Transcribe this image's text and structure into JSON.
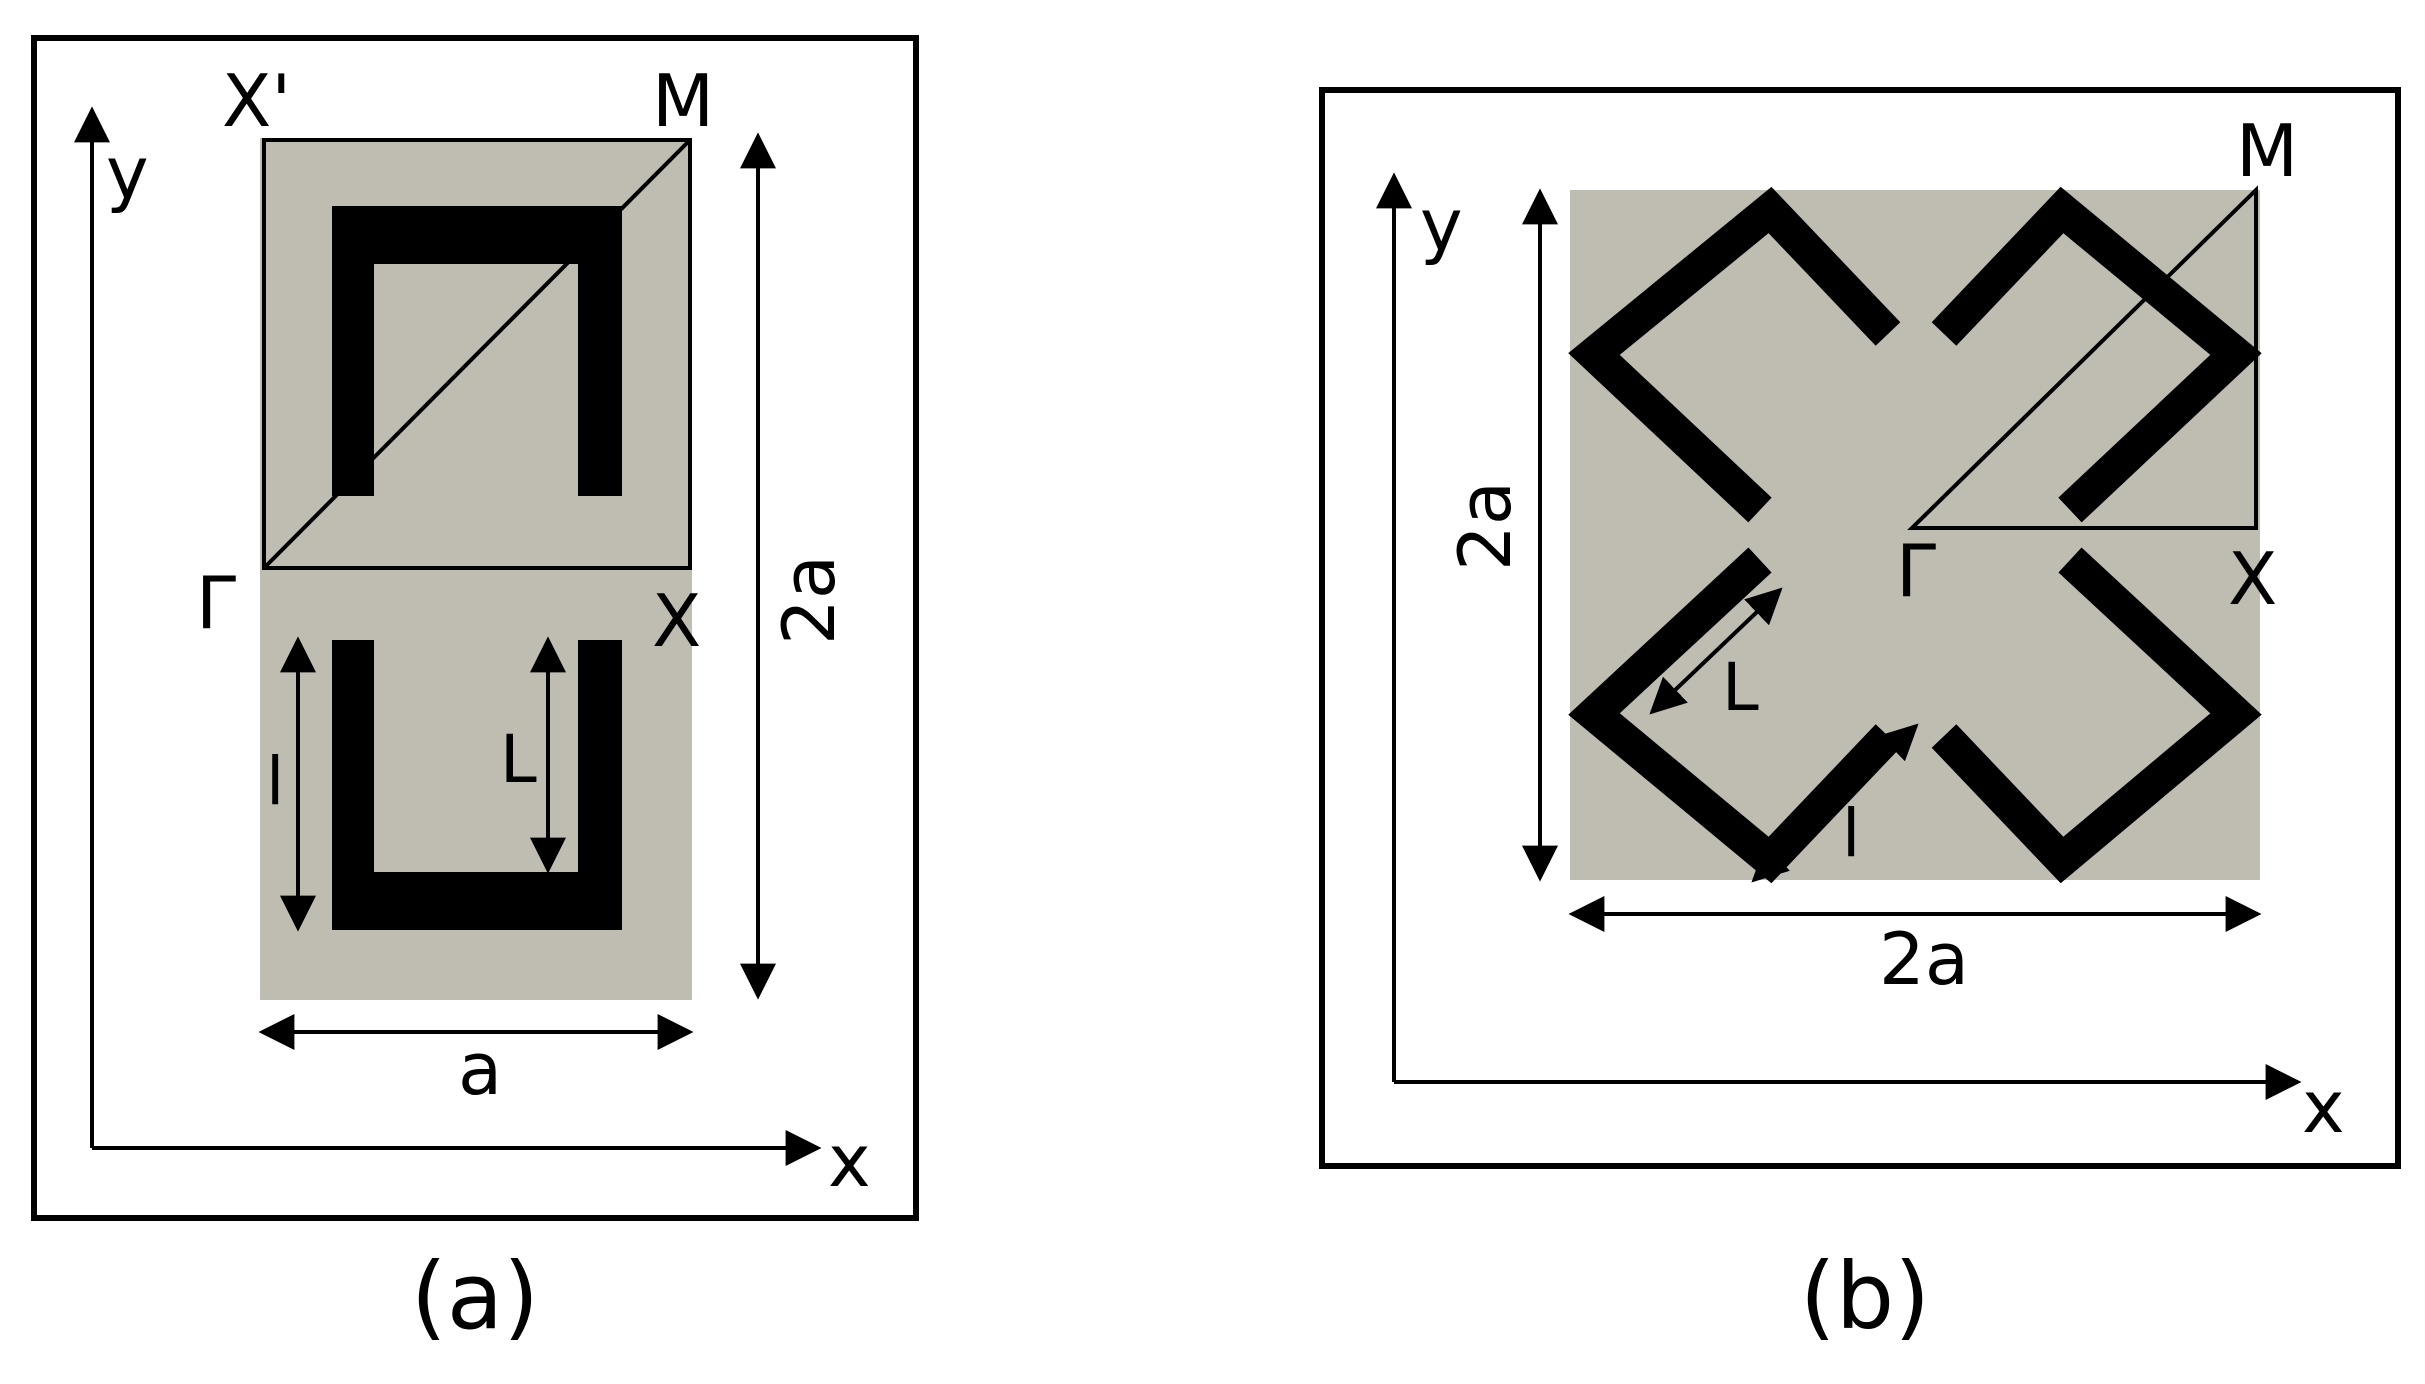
{
  "colors": {
    "background": "#ffffff",
    "ink": "#000000",
    "substrate": "#bfbdb2"
  },
  "panel_a": {
    "caption": "(a)",
    "labels": {
      "x_axis": "x",
      "y_axis": "y",
      "gamma": "Γ",
      "x_point": "X",
      "x_prime": "X'",
      "m_point": "M",
      "width": "a",
      "height": "2a",
      "inner_length": "l",
      "outer_length": "L"
    }
  },
  "panel_b": {
    "caption": "(b)",
    "labels": {
      "x_axis": "x",
      "y_axis": "y",
      "gamma": "Γ",
      "x_point": "X",
      "m_point": "M",
      "width": "2a",
      "height": "2a",
      "outer_length": "L",
      "inner_length": "l"
    }
  }
}
